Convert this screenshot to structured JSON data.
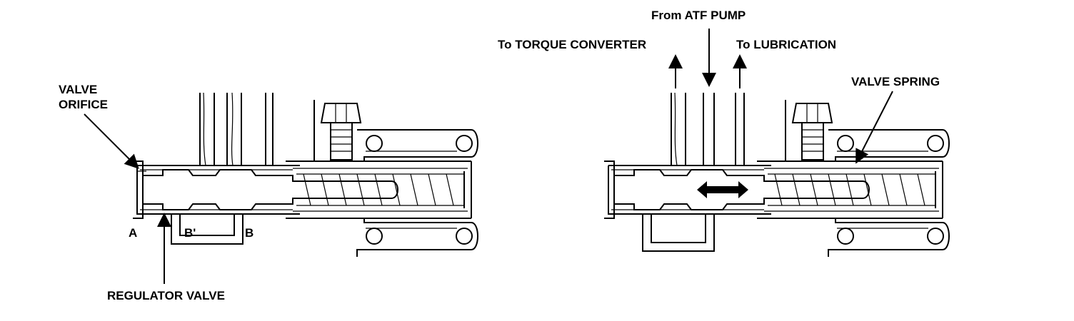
{
  "left_view": {
    "labels": {
      "valve_orifice_line1": "VALVE",
      "valve_orifice_line2": "ORIFICE",
      "port_a": "A",
      "port_b_prime": "B'",
      "port_b": "B",
      "regulator_valve": "REGULATOR VALVE"
    }
  },
  "right_view": {
    "labels": {
      "from_atf_pump": "From ATF PUMP",
      "to_torque_converter": "To TORQUE CONVERTER",
      "to_lubrication": "To LUBRICATION",
      "valve_spring": "VALVE SPRING"
    }
  }
}
